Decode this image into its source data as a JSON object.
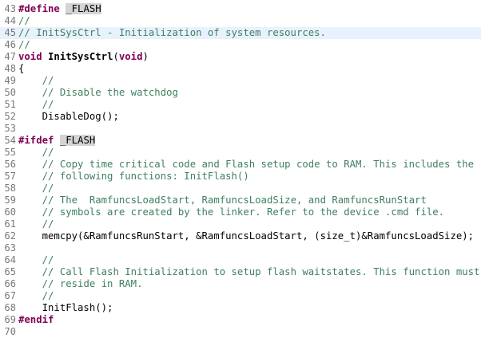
{
  "editor": {
    "lines": [
      {
        "n": "43",
        "fold": "",
        "hl": false,
        "tokens": [
          [
            "kw",
            "#define"
          ],
          [
            "pl",
            " "
          ],
          [
            "macro",
            "_FLASH"
          ]
        ]
      },
      {
        "n": "44",
        "fold": "",
        "hl": false,
        "tokens": [
          [
            "cm",
            "//"
          ]
        ]
      },
      {
        "n": "45",
        "fold": "",
        "hl": true,
        "tokens": [
          [
            "cm",
            "// InitSysCtrl - Initialization of system resources."
          ]
        ]
      },
      {
        "n": "46",
        "fold": "",
        "hl": false,
        "tokens": [
          [
            "cm",
            "//"
          ]
        ]
      },
      {
        "n": "47",
        "fold": "",
        "hl": false,
        "tokens": [
          [
            "kw",
            "void"
          ],
          [
            "pl",
            " "
          ],
          [
            "fn",
            "InitSysCtrl"
          ],
          [
            "pl",
            "("
          ],
          [
            "kw",
            "void"
          ],
          [
            "pl",
            ")"
          ]
        ]
      },
      {
        "n": "48",
        "fold": "",
        "hl": false,
        "tokens": [
          [
            "pl",
            "{"
          ]
        ]
      },
      {
        "n": "49",
        "fold": "",
        "hl": false,
        "tokens": [
          [
            "pl",
            "    "
          ],
          [
            "cm",
            "//"
          ]
        ]
      },
      {
        "n": "50",
        "fold": "",
        "hl": false,
        "tokens": [
          [
            "pl",
            "    "
          ],
          [
            "cm",
            "// Disable the watchdog"
          ]
        ]
      },
      {
        "n": "51",
        "fold": "",
        "hl": false,
        "tokens": [
          [
            "pl",
            "    "
          ],
          [
            "cm",
            "//"
          ]
        ]
      },
      {
        "n": "52",
        "fold": "",
        "hl": false,
        "tokens": [
          [
            "pl",
            "    DisableDog();"
          ]
        ]
      },
      {
        "n": "53",
        "fold": "",
        "hl": false,
        "tokens": []
      },
      {
        "n": "54",
        "fold": "",
        "hl": false,
        "tokens": [
          [
            "kw",
            "#ifdef"
          ],
          [
            "pl",
            " "
          ],
          [
            "macro",
            "_FLASH"
          ]
        ]
      },
      {
        "n": "55",
        "fold": "",
        "hl": false,
        "tokens": [
          [
            "pl",
            "    "
          ],
          [
            "cm",
            "//"
          ]
        ]
      },
      {
        "n": "56",
        "fold": "",
        "hl": false,
        "tokens": [
          [
            "pl",
            "    "
          ],
          [
            "cm",
            "// Copy time critical code and Flash setup code to RAM. This includes the"
          ]
        ]
      },
      {
        "n": "57",
        "fold": "",
        "hl": false,
        "tokens": [
          [
            "pl",
            "    "
          ],
          [
            "cm",
            "// following functions: InitFlash()"
          ]
        ]
      },
      {
        "n": "58",
        "fold": "",
        "hl": false,
        "tokens": [
          [
            "pl",
            "    "
          ],
          [
            "cm",
            "//"
          ]
        ]
      },
      {
        "n": "59",
        "fold": "",
        "hl": false,
        "tokens": [
          [
            "pl",
            "    "
          ],
          [
            "cm",
            "// The  RamfuncsLoadStart, RamfuncsLoadSize, and RamfuncsRunStart"
          ]
        ]
      },
      {
        "n": "60",
        "fold": "",
        "hl": false,
        "tokens": [
          [
            "pl",
            "    "
          ],
          [
            "cm",
            "// symbols are created by the linker. Refer to the device .cmd file."
          ]
        ]
      },
      {
        "n": "61",
        "fold": "",
        "hl": false,
        "tokens": [
          [
            "pl",
            "    "
          ],
          [
            "cm",
            "//"
          ]
        ]
      },
      {
        "n": "62",
        "fold": "",
        "hl": false,
        "tokens": [
          [
            "pl",
            "    memcpy(&RamfuncsRunStart, &RamfuncsLoadStart, (size_t)&RamfuncsLoadSize);"
          ]
        ]
      },
      {
        "n": "63",
        "fold": "",
        "hl": false,
        "tokens": []
      },
      {
        "n": "64",
        "fold": "",
        "hl": false,
        "tokens": [
          [
            "pl",
            "    "
          ],
          [
            "cm",
            "//"
          ]
        ]
      },
      {
        "n": "65",
        "fold": "",
        "hl": false,
        "tokens": [
          [
            "pl",
            "    "
          ],
          [
            "cm",
            "// Call Flash Initialization to setup flash waitstates. This function must"
          ]
        ]
      },
      {
        "n": "66",
        "fold": "",
        "hl": false,
        "tokens": [
          [
            "pl",
            "    "
          ],
          [
            "cm",
            "// reside in RAM."
          ]
        ]
      },
      {
        "n": "67",
        "fold": "",
        "hl": false,
        "tokens": [
          [
            "pl",
            "    "
          ],
          [
            "cm",
            "//"
          ]
        ]
      },
      {
        "n": "68",
        "fold": "",
        "hl": false,
        "tokens": [
          [
            "pl",
            "    InitFlash();"
          ]
        ]
      },
      {
        "n": "69",
        "fold": "",
        "hl": false,
        "tokens": [
          [
            "kw",
            "#endif"
          ]
        ]
      },
      {
        "n": "70",
        "fold": "",
        "hl": false,
        "tokens": []
      }
    ]
  }
}
